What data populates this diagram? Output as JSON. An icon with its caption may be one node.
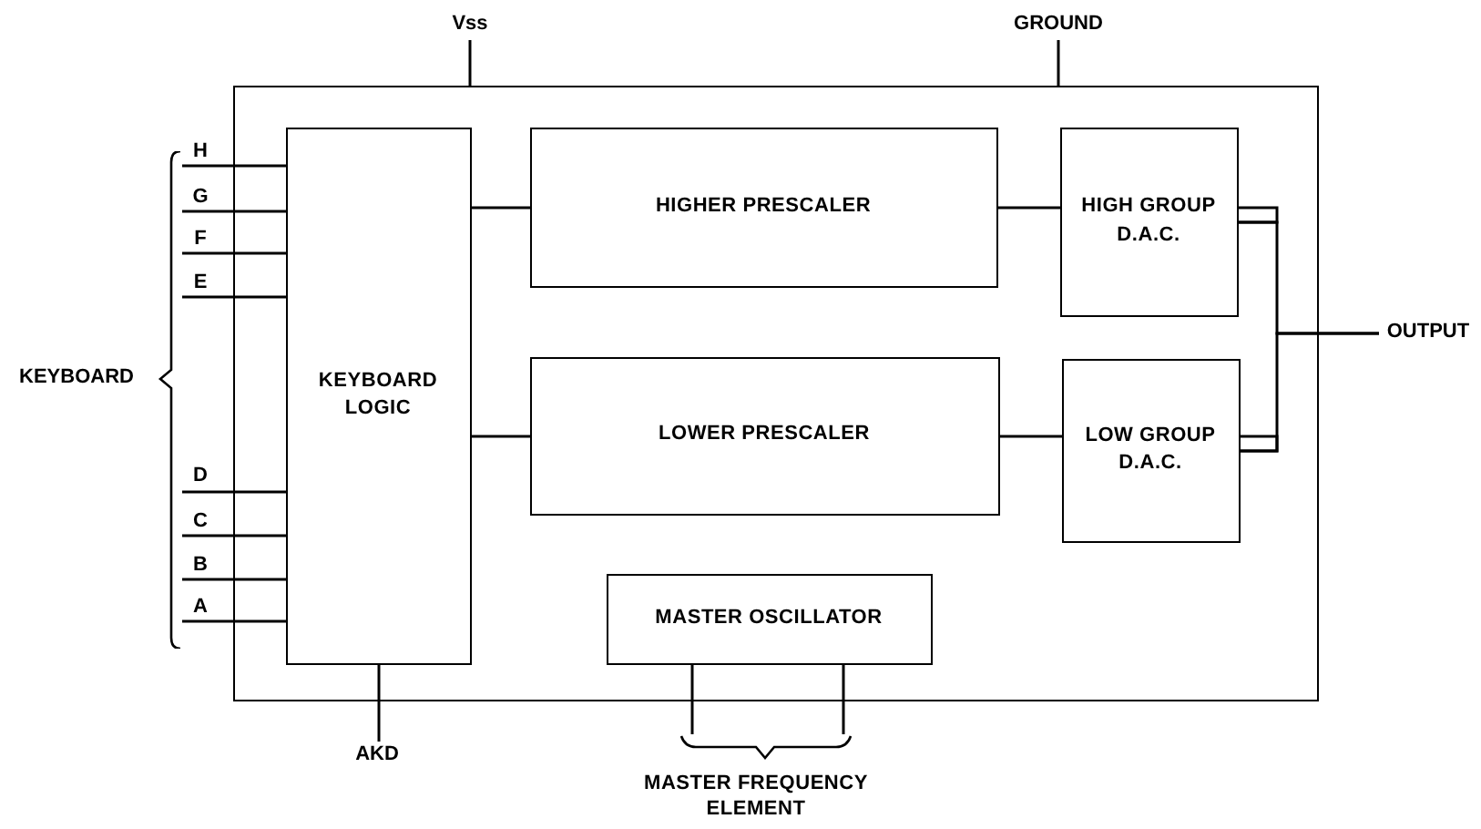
{
  "diagram": {
    "nodes": [
      {
        "text": [],
        "shape": "box"
      },
      {
        "text": [
          "KEYBOARD LOGIC"
        ],
        "in": 0
      },
      {
        "text": [
          "HIGHER PRESCALER"
        ],
        "in": 0
      },
      {
        "text": [
          "LOWER PRESCALER"
        ],
        "in": 0
      },
      {
        "text": [
          "HIGH GROUP D.A.C."
        ],
        "in": 0
      },
      {
        "text": [
          "LOW GROUP D.A.C."
        ],
        "in": 0
      },
      {
        "text": [
          "MASTER OSCILLATOR"
        ],
        "in": 0
      },
      {
        "text": [
          "Vss"
        ]
      },
      {
        "text": [
          "GROUND"
        ]
      },
      {
        "text": [
          "OUTPUT"
        ]
      },
      {
        "text": [
          "AKD"
        ]
      },
      {
        "text": [
          "KEYBOARD"
        ]
      },
      {
        "text": [
          "MASTER FREQUENCY ELEMENT"
        ]
      }
    ],
    "edges": [
      {
        "from": 7,
        "to": 0,
        "arrow": "none"
      },
      {
        "from": 8,
        "to": 0,
        "arrow": "none"
      },
      {
        "from": 11,
        "to": 1,
        "arrow": "none"
      },
      {
        "from": 11,
        "to": 1,
        "arrow": "none"
      },
      {
        "from": 11,
        "to": 1,
        "arrow": "none"
      },
      {
        "from": 11,
        "to": 1,
        "arrow": "none"
      },
      {
        "from": 11,
        "to": 1,
        "arrow": "none"
      },
      {
        "from": 11,
        "to": 1,
        "arrow": "none"
      },
      {
        "from": 11,
        "to": 1,
        "arrow": "none"
      },
      {
        "from": 11,
        "to": 1,
        "arrow": "none"
      },
      {
        "from": 1,
        "to": 2,
        "arrow": "none"
      },
      {
        "from": 1,
        "to": 3,
        "arrow": "none"
      },
      {
        "from": 2,
        "to": 4,
        "arrow": "none"
      },
      {
        "from": 3,
        "to": 5,
        "arrow": "none"
      },
      {
        "from": 4,
        "to": 9,
        "arrow": "none"
      },
      {
        "from": 5,
        "to": 9,
        "arrow": "none"
      },
      {
        "from": 1,
        "to": 10,
        "arrow": "none"
      },
      {
        "from": 6,
        "to": 12,
        "arrow": "none"
      },
      {
        "from": 6,
        "to": 12,
        "arrow": "none"
      }
    ],
    "labels": [
      "H",
      "G",
      "F",
      "E",
      "D",
      "C",
      "B",
      "A"
    ]
  }
}
